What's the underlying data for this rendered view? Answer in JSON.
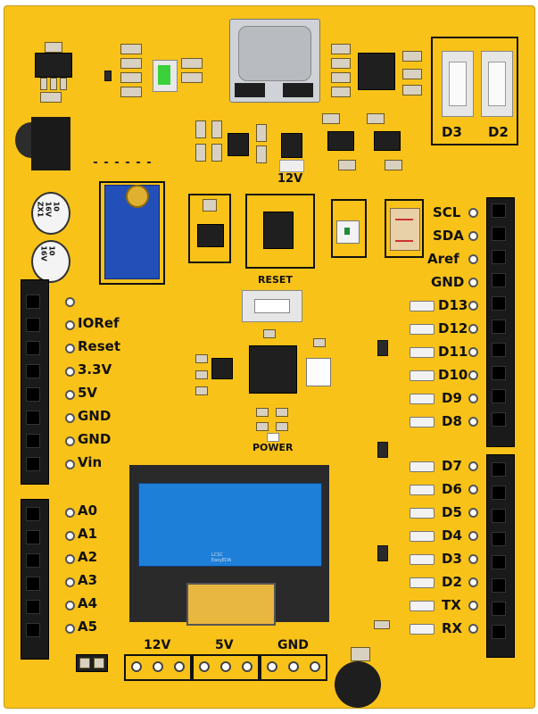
{
  "board": {
    "labels": {
      "d3": "D3",
      "d2": "D2",
      "twelve_v_top": "12V",
      "reset": "RESET",
      "power": "POWER"
    },
    "left_power_pins": [
      "IORef",
      "Reset",
      "3.3V",
      "5V",
      "GND",
      "GND",
      "Vin"
    ],
    "left_analog_pins": [
      "A0",
      "A1",
      "A2",
      "A3",
      "A4",
      "A5"
    ],
    "right_top_pins": [
      "SCL",
      "SDA",
      "Aref",
      "GND",
      "D13",
      "D12",
      "D11",
      "D10",
      "D9",
      "D8"
    ],
    "right_bottom_pins": [
      "D7",
      "D6",
      "D5",
      "D4",
      "D3",
      "D2",
      "TX",
      "RX"
    ],
    "bottom_terminal": {
      "twelve_v": "12V",
      "five_v": "5V",
      "gnd": "GND"
    },
    "cap_marking": [
      "10",
      "16V",
      "ZX1"
    ],
    "oled_logo": "LCSC\nEasyEDA"
  },
  "colors": {
    "pcb": "#f8c219",
    "oled": "#1e7fd8",
    "header": "#1a1a1a"
  }
}
